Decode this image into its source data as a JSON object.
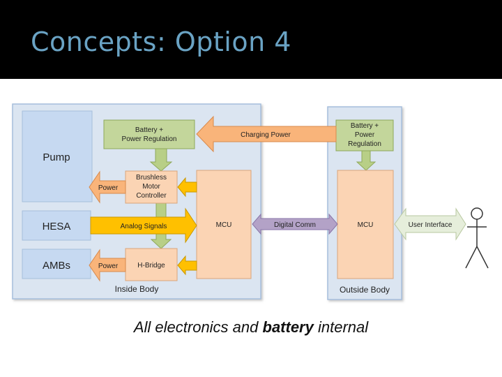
{
  "slide": {
    "title": "Concepts: Option 4",
    "caption_pre": "All electronics and ",
    "caption_bold": "battery",
    "caption_post": " internal"
  },
  "diagram": {
    "inside": {
      "label": "Inside Body",
      "pump": "Pump",
      "hesa": "HESA",
      "ambs": "AMBs",
      "battery_line1": "Battery +",
      "battery_line2": "Power Regulation",
      "motor_line1": "Brushless",
      "motor_line2": "Motor",
      "motor_line3": "Controller",
      "hbridge": "H-Bridge",
      "mcu": "MCU"
    },
    "outside": {
      "label": "Outside Body",
      "battery_line1": "Battery +",
      "battery_line2": "Power",
      "battery_line3": "Regulation",
      "mcu": "MCU"
    },
    "arrows": {
      "charging_power": "Charging Power",
      "power_top": "Power",
      "power_bottom": "Power",
      "analog_signals": "Analog Signals",
      "digital_comm": "Digital Comm",
      "user_interface": "User Interface"
    },
    "colors": {
      "container": "#dbe5f1",
      "blue_box": "#c6d9f1",
      "peach": "#fbd4b4",
      "green": "#c3d69b",
      "orange": "#f9b47a",
      "yellow": "#ffc000",
      "purple": "#b3a2c7"
    }
  }
}
